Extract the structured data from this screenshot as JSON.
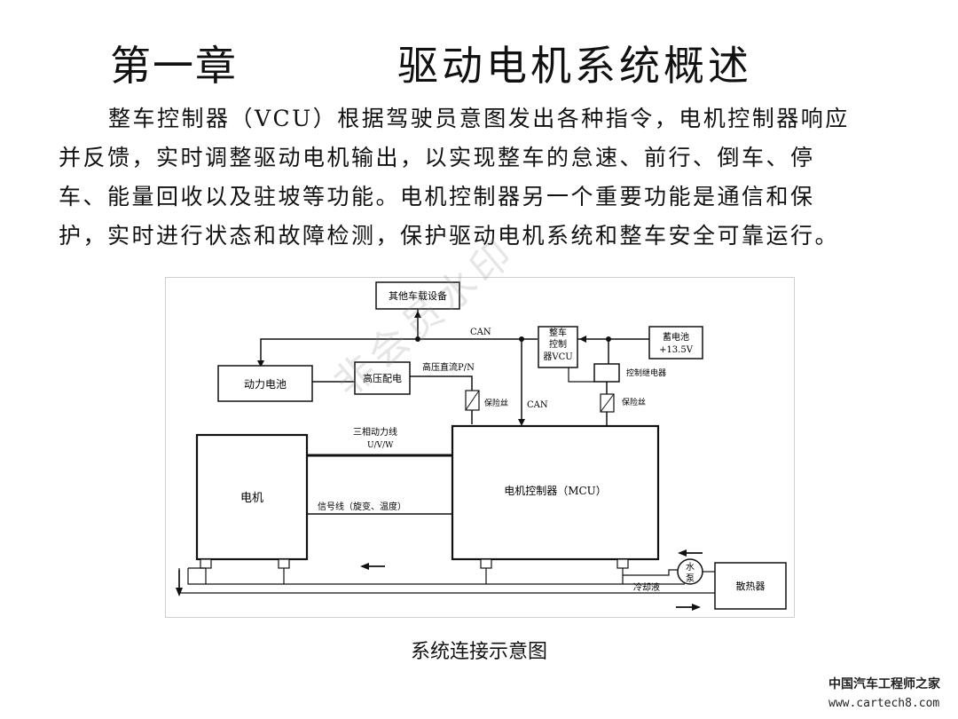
{
  "heading": {
    "chapter": "第一章",
    "title": "驱动电机系统概述"
  },
  "paragraph": [
    "整车控制器（VCU）根据驾驶员意图发出各种指令，电机控制器响应",
    "并反馈，实时调整驱动电机输出，以实现整车的怠速、前行、倒车、停",
    "车、能量回收以及驻坡等功能。电机控制器另一个重要功能是通信和保",
    "护，实时进行状态和故障检测，保护驱动电机系统和整车安全可靠运行。"
  ],
  "diagram": {
    "nodes": {
      "other_devices": "其他车载设备",
      "vcu": [
        "整车",
        "控制",
        "器VCU"
      ],
      "battery_12v": [
        "蓄电池",
        "+13.5V"
      ],
      "power_battery": "动力电池",
      "hv_distribution": "高压配电",
      "motor": "电机",
      "mcu": "电机控制器（MCU）",
      "pump": [
        "水",
        "泵"
      ],
      "radiator": "散热器"
    },
    "labels": {
      "can_top": "CAN",
      "can_mid": "CAN",
      "hv_dc": "高压直流P/N",
      "fuse_left": "保险丝",
      "fuse_right": "保险丝",
      "control_relay": "控制继电器",
      "three_phase": "三相动力线",
      "uvw": "U/V/W",
      "signal_line": "信号线（旋变、温度）",
      "coolant": "冷却液"
    }
  },
  "caption": "系统连接示意图",
  "watermark": "非会员水印",
  "logo": {
    "line1": "中国汽车工程师之家",
    "line2": "www.cartech8.com"
  }
}
